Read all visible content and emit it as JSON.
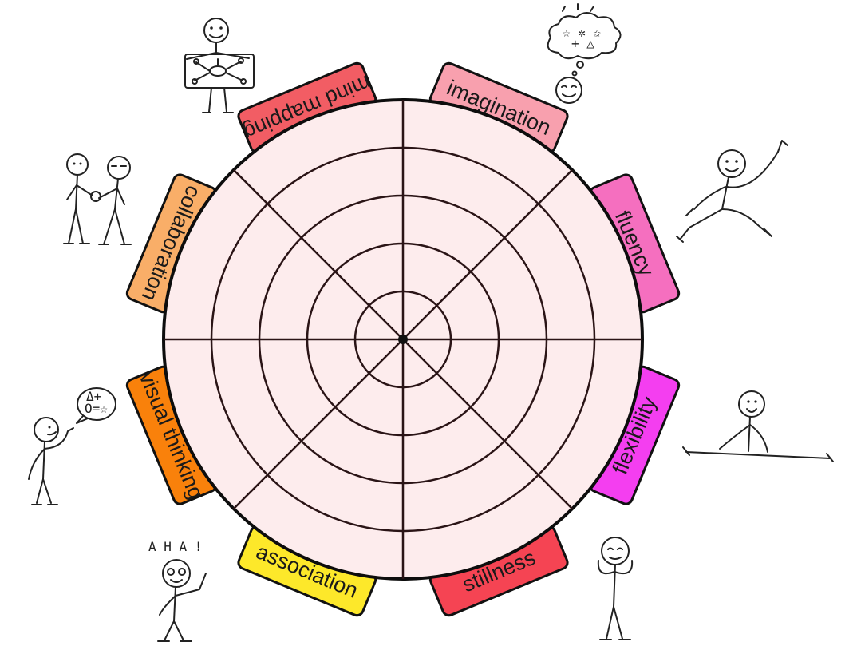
{
  "diagram": {
    "type": "creativity-wheel",
    "ring_count": 5,
    "segment_count": 8,
    "wheel_fill": "#fdeced",
    "line_color": "#2a1416",
    "categories": [
      {
        "key": "imagination",
        "label": "imagination",
        "color": "#f8a0ae"
      },
      {
        "key": "fluency",
        "label": "fluency",
        "color": "#f56fbf"
      },
      {
        "key": "flexibility",
        "label": "flexibility",
        "color": "#f43ef0"
      },
      {
        "key": "stillness",
        "label": "stillness",
        "color": "#f54453"
      },
      {
        "key": "association",
        "label": "association",
        "color": "#fde82a"
      },
      {
        "key": "visual-thinking",
        "label": "visual thinking",
        "color": "#f9810b"
      },
      {
        "key": "collaboration",
        "label": "collaboration",
        "color": "#f9ae68"
      },
      {
        "key": "mind-mapping",
        "label": "mind mapping",
        "color": "#f25d64"
      }
    ]
  },
  "illustrations": {
    "aha_text": "A H A !",
    "speech_bubble_text": "Δ+ O=☆"
  }
}
